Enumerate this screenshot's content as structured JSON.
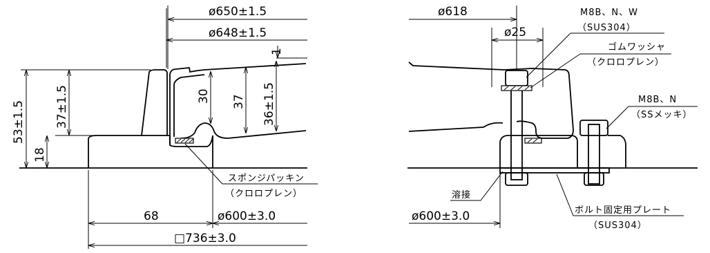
{
  "left_view": {
    "dims": {
      "d650": "ø650±1.5",
      "d648": "ø648±1.5",
      "one": "1",
      "h53": "53±1.5",
      "h37": "37±1.5",
      "h18": "18",
      "h30": "30",
      "h37b": "37",
      "h36": "36±1.5",
      "w68": "68",
      "d600": "ø600±3.0",
      "sq736": "□736±3.0"
    },
    "callout_sponge": {
      "line1": "スポンジパッキン",
      "line2": "（クロロプレン）"
    }
  },
  "right_view": {
    "dims": {
      "d618": "ø618",
      "d25": "ø25",
      "d600": "ø600±3.0"
    },
    "callouts": {
      "bolt_top_1": "M8B、N、W",
      "bolt_top_2": "（SUS304）",
      "rubber_1": "ゴムワッシャ",
      "rubber_2": "（クロロプレン）",
      "bolt_right_1": "M8B、N",
      "bolt_right_2": "（SSメッキ）",
      "weld": "溶接",
      "plate_1": "ボルト固定用プレート",
      "plate_2": "（SUS304）"
    }
  }
}
